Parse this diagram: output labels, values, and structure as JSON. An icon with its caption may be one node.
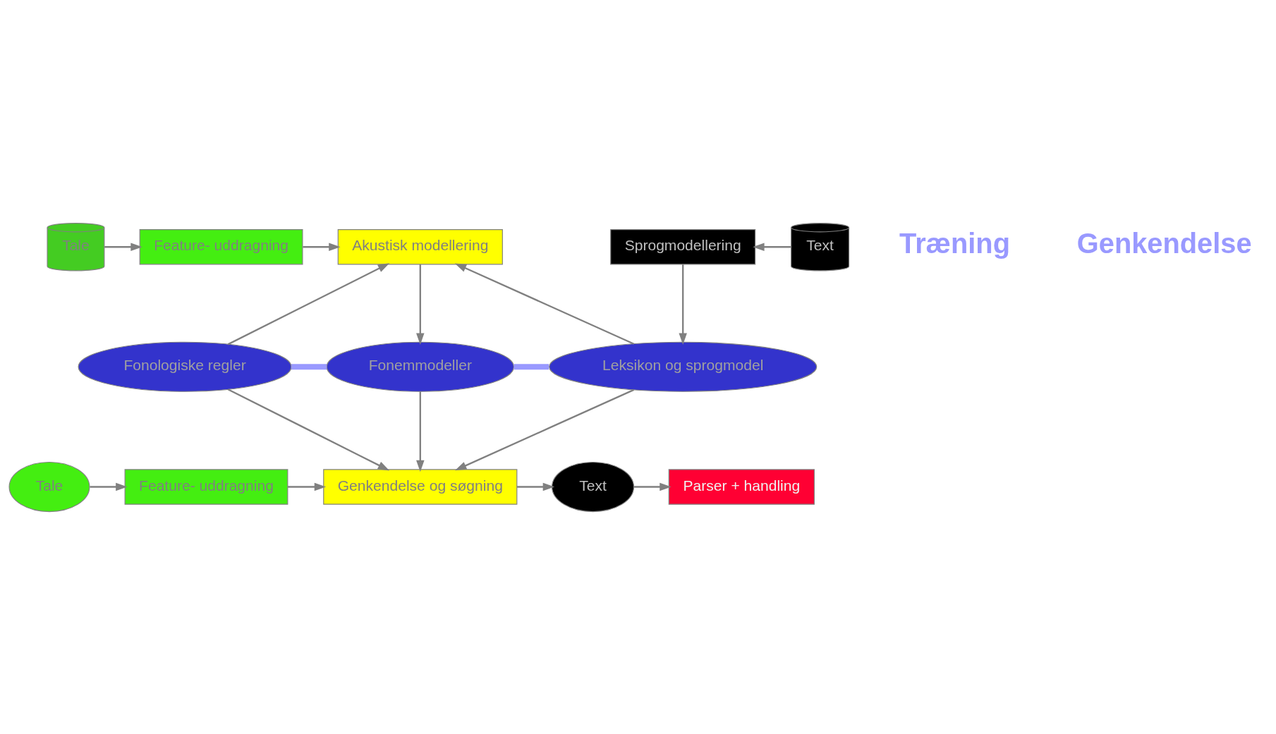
{
  "diagram": {
    "nodes": [
      {
        "text": [
          "Tale"
        ]
      },
      {
        "text": [
          "Feature- uddragning"
        ]
      },
      {
        "text": [
          "Akustisk modellering"
        ]
      },
      {
        "text": [
          "Sprogmodellering"
        ]
      },
      {
        "text": [
          "Text"
        ]
      },
      {
        "text": [
          "Fonologiske regler"
        ]
      },
      {
        "text": [
          "Fonemmodeller"
        ]
      },
      {
        "text": [
          "Leksikon og sprogmodel"
        ]
      },
      {
        "text": [
          "Tale"
        ]
      },
      {
        "text": [
          "Feature- uddragning"
        ]
      },
      {
        "text": [
          "Genkendelse og søgning"
        ]
      },
      {
        "text": [
          "Text"
        ]
      },
      {
        "text": [
          "Parser + handling"
        ]
      }
    ],
    "edges": [
      {
        "from": 0,
        "to": 1,
        "arrow": "to"
      },
      {
        "from": 1,
        "to": 2,
        "arrow": "to"
      },
      {
        "from": 4,
        "to": 3,
        "arrow": "to"
      },
      {
        "from": 5,
        "to": 2,
        "arrow": "to"
      },
      {
        "from": 2,
        "to": 6,
        "arrow": "to"
      },
      {
        "from": 7,
        "to": 2,
        "arrow": "to"
      },
      {
        "from": 3,
        "to": 7,
        "arrow": "to"
      },
      {
        "from": 5,
        "to": 10,
        "arrow": "to"
      },
      {
        "from": 6,
        "to": 10,
        "arrow": "to"
      },
      {
        "from": 7,
        "to": 10,
        "arrow": "to"
      },
      {
        "from": 8,
        "to": 9,
        "arrow": "to"
      },
      {
        "from": 9,
        "to": 10,
        "arrow": "to"
      },
      {
        "from": 10,
        "to": 11,
        "arrow": "to"
      },
      {
        "from": 11,
        "to": 12,
        "arrow": "to"
      },
      {
        "from": 5,
        "to": 6,
        "arrow": "none",
        "style": "thick",
        "color": "#9999ff"
      },
      {
        "from": 6,
        "to": 7,
        "arrow": "none",
        "style": "thick",
        "color": "#9999ff"
      }
    ],
    "labels": [
      "Træning",
      "Genkendelse"
    ]
  }
}
